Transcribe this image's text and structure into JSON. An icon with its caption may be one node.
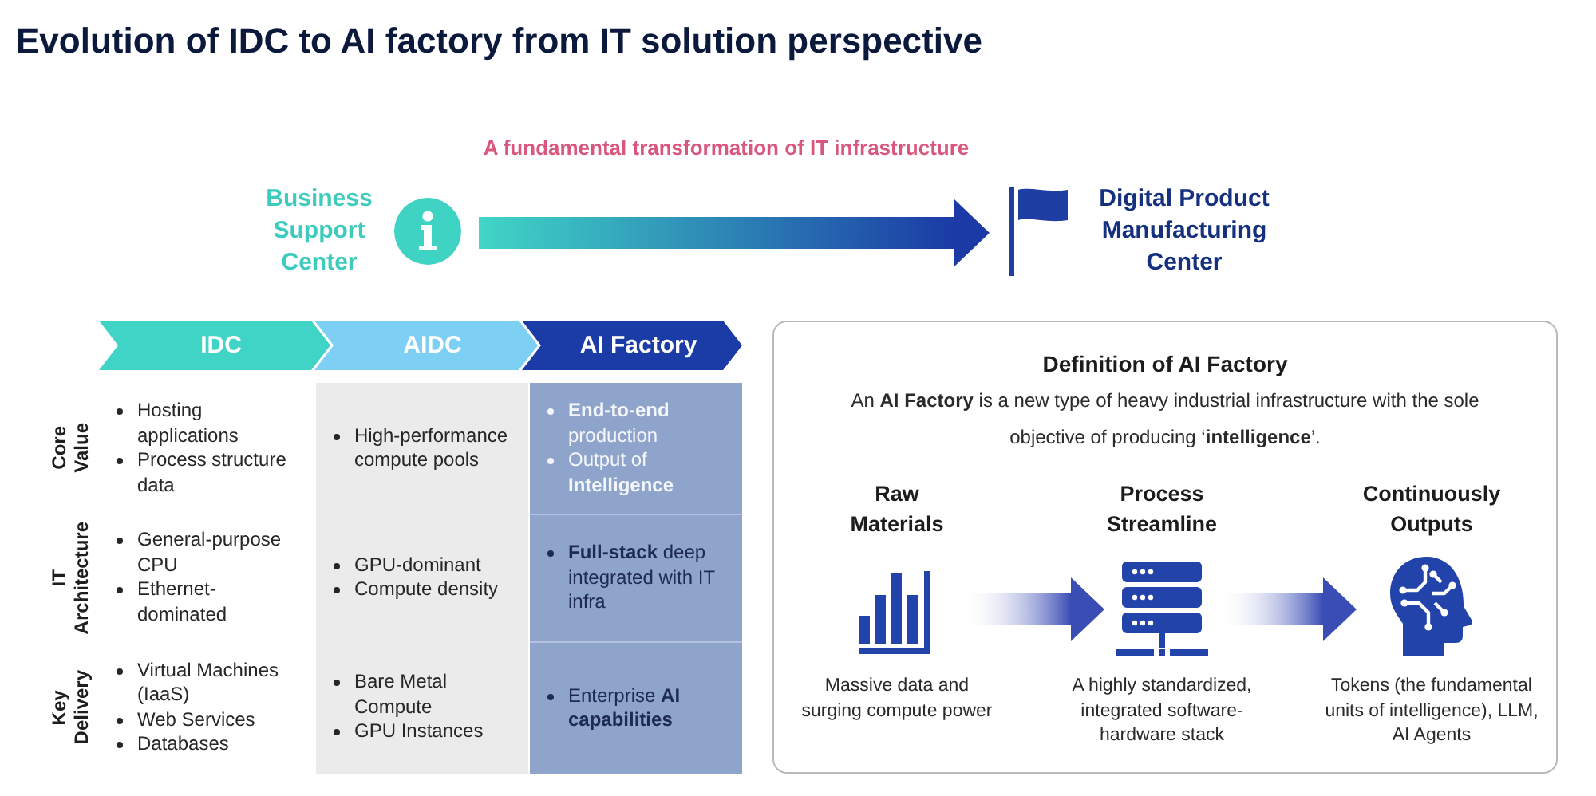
{
  "diagram": {
    "title": "Evolution of IDC to AI factory from IT solution perspective",
    "nodes": [
      {
        "text": [
          "Business Support Center"
        ]
      },
      {
        "text": [
          "Digital Product Manufacturing Center"
        ]
      },
      {
        "text": [
          "IDC"
        ]
      },
      {
        "text": [
          "AIDC"
        ]
      },
      {
        "text": [
          "AI Factory"
        ]
      },
      {
        "text": [
          "Definition of AI Factory",
          "An **AI Factory** is a new type of heavy industrial infrastructure with the sole objective of producing ‘**intelligence**’."
        ]
      },
      {
        "text": [
          "Raw Materials"
        ],
        "beside": [
          "Massive data and surging compute power"
        ],
        "in": 5
      },
      {
        "text": [
          "Process Streamline"
        ],
        "beside": [
          "A highly standardized, integrated software-hardware stack"
        ],
        "in": 5
      },
      {
        "text": [
          "Continuously Outputs"
        ],
        "beside": [
          "Tokens (the fundamental units of intelligence), LLM, AI Agents"
        ],
        "in": 5
      }
    ],
    "edges": [
      {
        "from": 0,
        "to": 1,
        "arrow": "to",
        "label": "A fundamental transformation of IT infrastructure",
        "style": "thick"
      },
      {
        "from": 6,
        "to": 7,
        "arrow": "to",
        "style": "thick"
      },
      {
        "from": 7,
        "to": 8,
        "arrow": "to",
        "style": "thick"
      }
    ],
    "labels": [
      "Core Value",
      "Hosting applications",
      "Process structure data",
      "High-performance compute pools",
      "**End-to-end** production",
      "Output of **Intelligence**",
      "IT Architecture",
      "General-purpose CPU",
      "Ethernet-dominated",
      "GPU-dominant",
      "Compute density",
      "**Full-stack** deep integrated with IT infra",
      "Key Delivery",
      "Virtual Machines (IaaS)",
      "Web Services",
      "Databases",
      "Bare Metal Compute",
      "GPU Instances",
      "Enterprise **AI capabilities**"
    ]
  }
}
